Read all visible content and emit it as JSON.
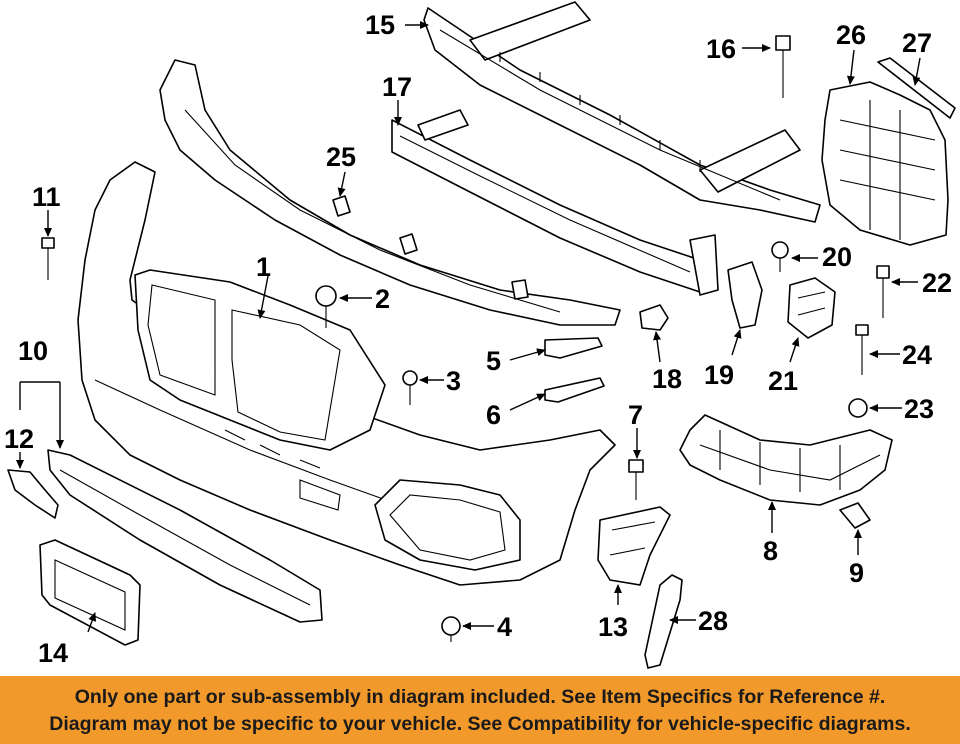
{
  "callouts": [
    "1",
    "2",
    "3",
    "4",
    "5",
    "6",
    "7",
    "8",
    "9",
    "10",
    "11",
    "12",
    "13",
    "14",
    "15",
    "16",
    "17",
    "18",
    "19",
    "20",
    "21",
    "22",
    "23",
    "24",
    "25",
    "26",
    "27",
    "28"
  ],
  "banner": {
    "line1": "Only one part or sub-assembly in diagram included. See Item Specifics for Reference #.",
    "line2": "Diagram may not be specific to your vehicle. See Compatibility for vehicle-specific diagrams."
  },
  "colors": {
    "banner_bg": "#f2992c",
    "ink": "#000000"
  }
}
